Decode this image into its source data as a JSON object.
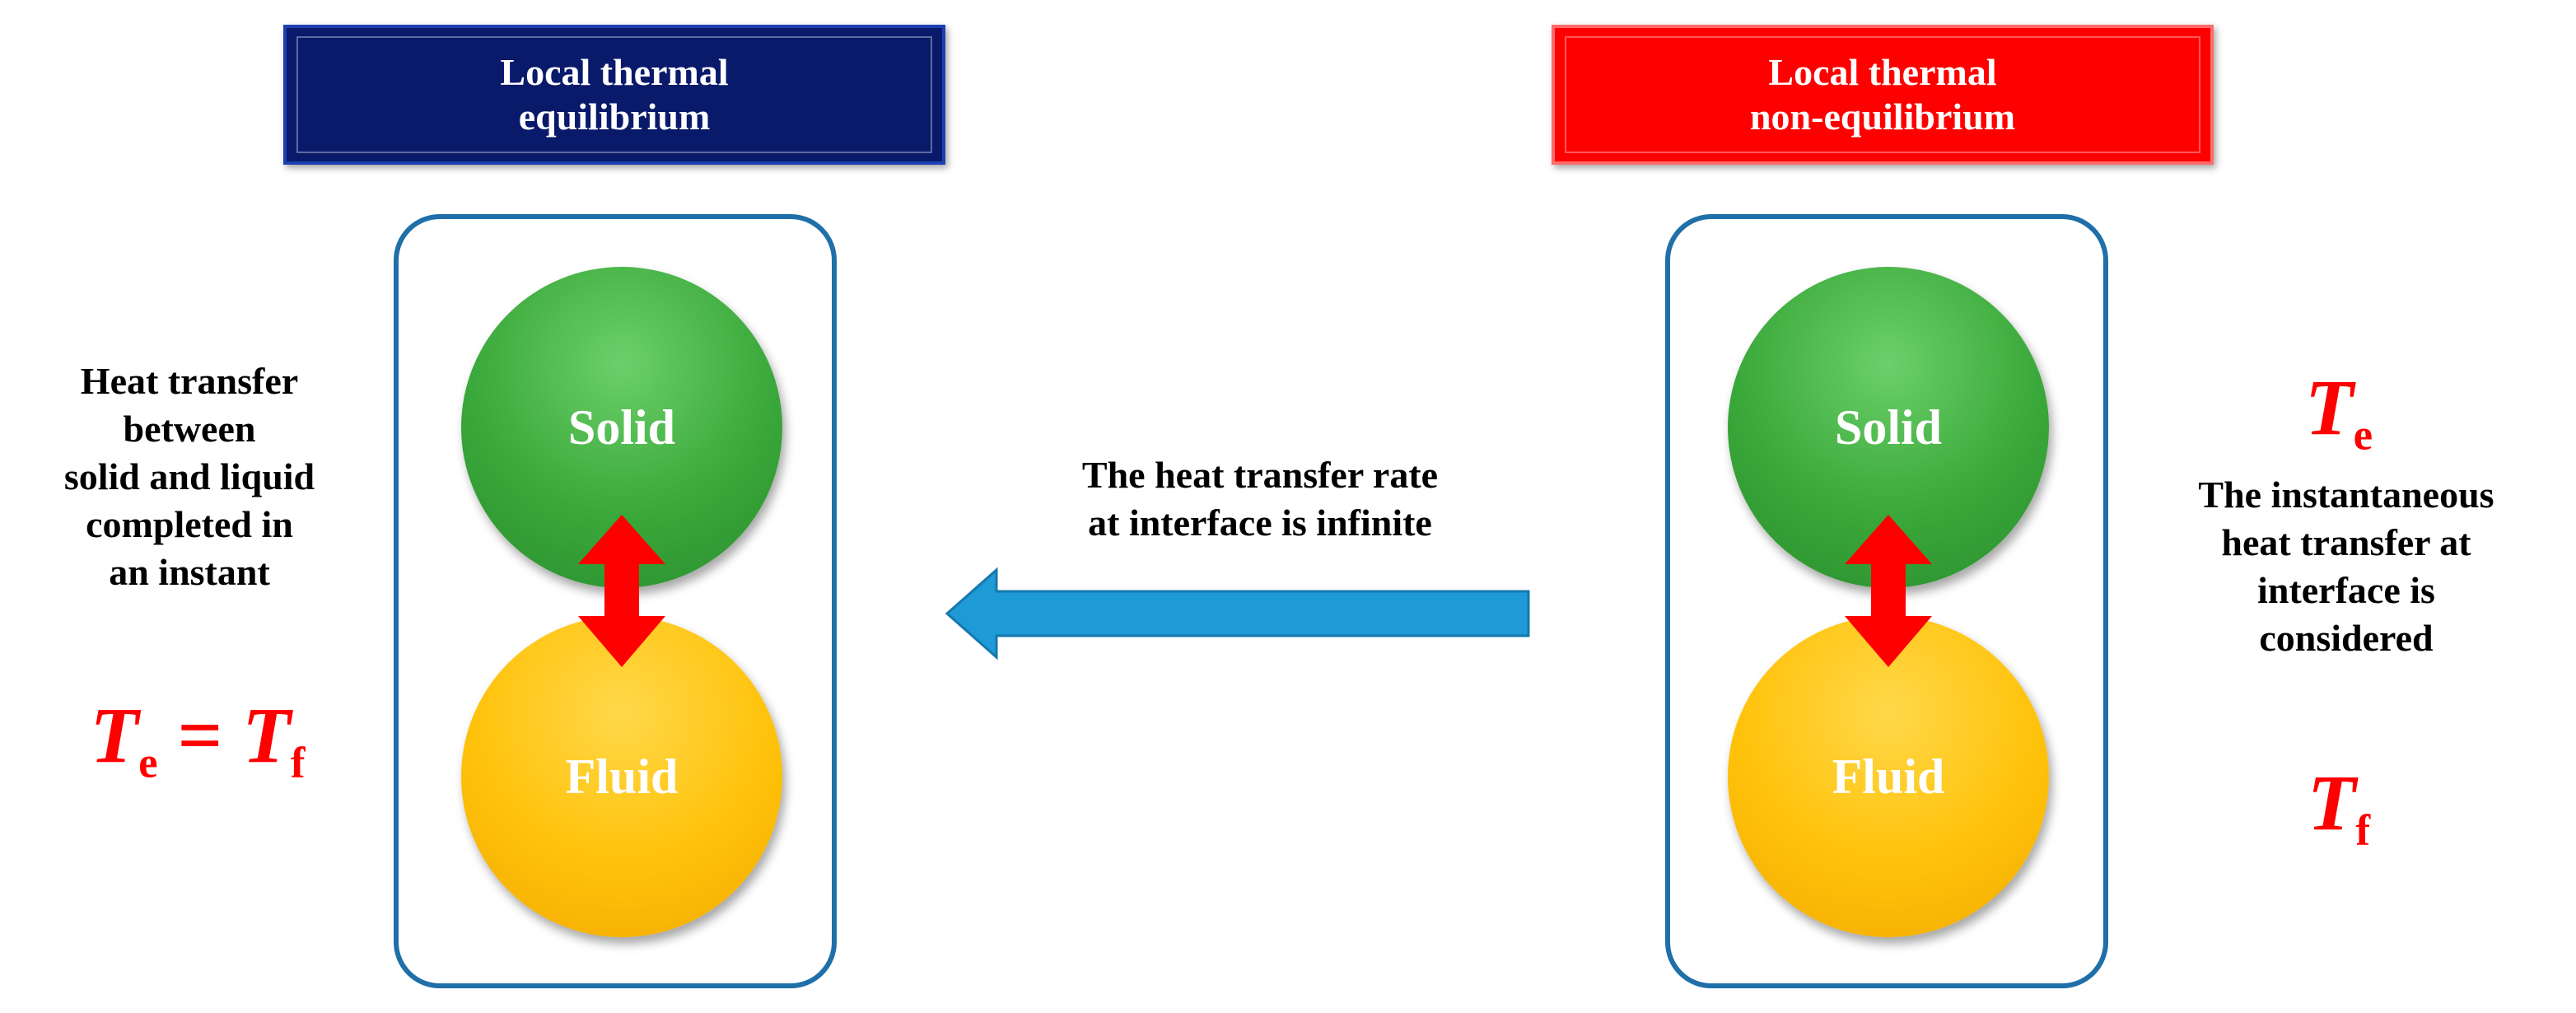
{
  "titles": {
    "left": "Local thermal\nequilibrium",
    "right": "Local thermal\nnon-equilibrium"
  },
  "circles": {
    "solid": "Solid",
    "fluid": "Fluid"
  },
  "descriptions": {
    "left": "Heat transfer\nbetween\nsolid  and liquid\ncompleted in\nan instant",
    "middle": "The heat transfer rate\nat interface is infinite",
    "right": "The instantaneous\nheat transfer at\ninterface is\nconsidered"
  },
  "formulas": {
    "T": "T",
    "e": "e",
    "f": "f",
    "equals": " = "
  },
  "colors": {
    "title_left_bg": "#0a1a6b",
    "title_right_bg": "#ff0000",
    "frame_border": "#1f6fa8",
    "solid": "#3aa83a",
    "fluid": "#ffc20a",
    "double_arrow": "#ff0000",
    "flow_arrow": "#1e9ad6",
    "formula": "#ff0000"
  }
}
